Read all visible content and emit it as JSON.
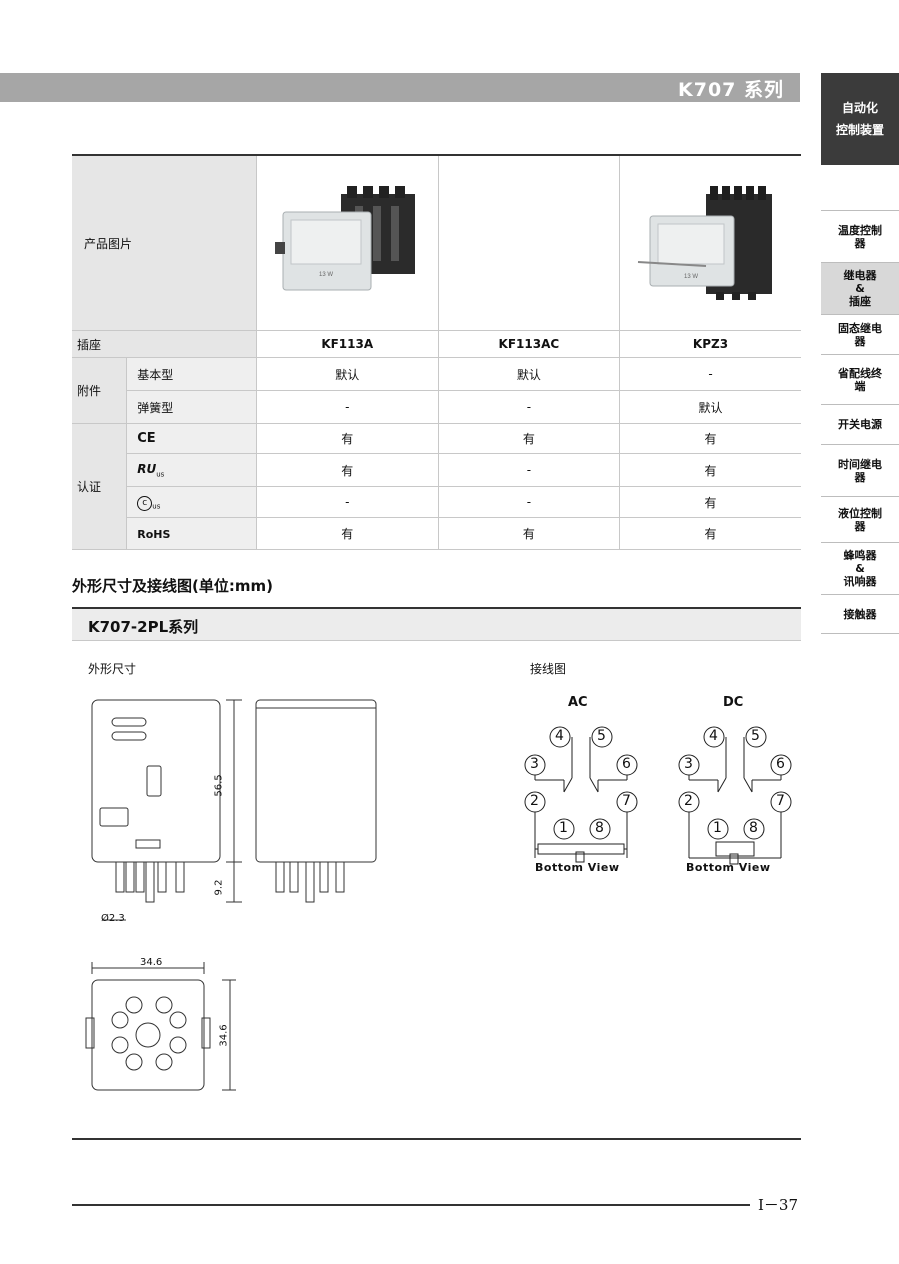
{
  "header": {
    "series_title": "K707 系列"
  },
  "side_nav": {
    "category_line1": "自动化",
    "category_line2": "控制装置",
    "items": [
      {
        "lines": [
          "温度控制",
          "器"
        ]
      },
      {
        "lines": [
          "继电器",
          "&",
          "插座"
        ]
      },
      {
        "lines": [
          "固态继电",
          "器"
        ]
      },
      {
        "lines": [
          "省配线终",
          "端"
        ]
      },
      {
        "lines": [
          "开关电源"
        ]
      },
      {
        "lines": [
          "时间继电",
          "器"
        ]
      },
      {
        "lines": [
          "液位控制",
          "器"
        ]
      },
      {
        "lines": [
          "蜂鸣器",
          "&",
          "讯响器"
        ]
      },
      {
        "lines": [
          "接触器"
        ]
      }
    ]
  },
  "table": {
    "product_image_label": "产品图片",
    "photo_labels": {
      "p1": "13 W",
      "p3": "13 W"
    },
    "socket_label": "插座",
    "sockets": [
      "KF113A",
      "KF113AC",
      "KPZ3"
    ],
    "accessory_label": "附件",
    "accessory_rows": [
      {
        "name": "基本型",
        "values": [
          "默认",
          "默认",
          "-"
        ]
      },
      {
        "name": "弹簧型",
        "values": [
          "-",
          "-",
          "默认"
        ]
      }
    ],
    "cert_label": "认证",
    "cert_rows": [
      {
        "icon": "ce-mark-icon",
        "text": "CE",
        "values": [
          "有",
          "有",
          "有"
        ]
      },
      {
        "icon": "ul-recognized-icon",
        "text": "RU",
        "sub": "us",
        "values": [
          "有",
          "-",
          "有"
        ]
      },
      {
        "icon": "csa-icon",
        "text": "c",
        "sub": "us",
        "values": [
          "-",
          "-",
          "有"
        ]
      },
      {
        "icon": "rohs-icon",
        "text": "RoHS",
        "values": [
          "有",
          "有",
          "有"
        ]
      }
    ]
  },
  "section": {
    "title": "外形尺寸及接线图(单位:mm)",
    "series": "K707-2PL系列",
    "dimension_label": "外形尺寸",
    "wiring_label": "接线图"
  },
  "dimensions": {
    "height": "56.5",
    "pin_length": "9.2",
    "pin_diameter": "Ø2.3",
    "width": "34.6",
    "depth": "34.6"
  },
  "wiring": {
    "ac_label": "AC",
    "dc_label": "DC",
    "bottom_view_label": "Bottom View",
    "terminals": [
      "1",
      "2",
      "3",
      "4",
      "5",
      "6",
      "7",
      "8"
    ]
  },
  "footer": {
    "page_number": "I－37"
  }
}
